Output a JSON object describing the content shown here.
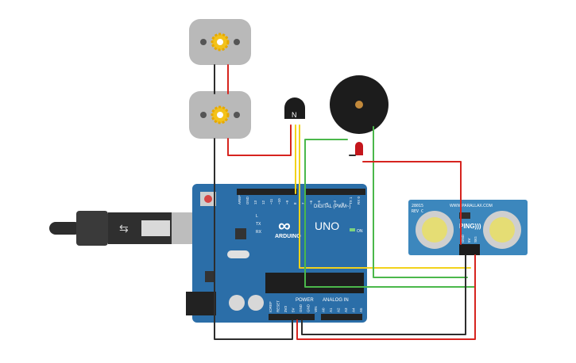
{
  "board": {
    "brand": "ARDUINO",
    "model": "UNO",
    "on_label": "ON",
    "digital_header": "DIGITAL (PWM~)",
    "analog_header": "ANALOG IN",
    "power_header": "POWER",
    "pin_labels_top": [
      "AREF",
      "GND",
      "13",
      "12",
      "~11",
      "~10",
      "~9",
      "8",
      "7",
      "~6",
      "~5",
      "4",
      "~3",
      "2",
      "TX 1",
      "RX 0"
    ],
    "pin_labels_bottom": [
      "IOREF",
      "RESET",
      "3V3",
      "5V",
      "GND",
      "GND",
      "VIN",
      "A0",
      "A1",
      "A2",
      "A3",
      "A4",
      "A5"
    ],
    "led_labels": [
      "L",
      "TX",
      "RX"
    ]
  },
  "sensor": {
    "part_number": "28015",
    "revision": "REV C",
    "brand": "WWW.PARALLAX.COM",
    "name": "PING)))",
    "pins": [
      "GND",
      "5V",
      "SIG"
    ]
  },
  "transistor": {
    "label": "N"
  },
  "colors": {
    "board_blue": "#2b6ea8",
    "wire_red": "#d6241f",
    "wire_black": "#2d2d2d",
    "wire_yellow": "#f2d21b",
    "wire_green": "#4bb84b",
    "sensor_blue": "#3c87bd"
  }
}
